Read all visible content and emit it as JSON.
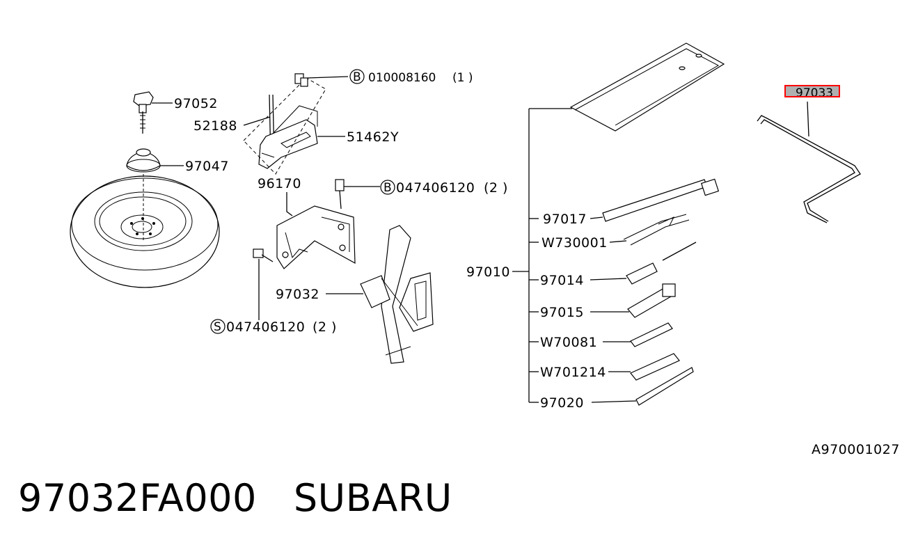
{
  "parts": {
    "p97052": "97052",
    "p52188": "52188",
    "p97047": "97047",
    "p51462Y": "51462Y",
    "p96170": "96170",
    "p97032": "97032",
    "p97010": "97010",
    "p97017": "97017",
    "pW730001": "W730001",
    "p97014": "97014",
    "p97015": "97015",
    "pW70081": "W70081",
    "pW701214": "W701214",
    "p97020": "97020",
    "p97033": "97033"
  },
  "fasteners": {
    "bolt_top": {
      "marker": "B",
      "number": "010008160",
      "qty": "(1  )"
    },
    "bolt_mid": {
      "marker": "B",
      "number": "047406120",
      "qty": "(2  )"
    },
    "screw_low": {
      "marker": "S",
      "number": "047406120",
      "qty": "(2  )"
    }
  },
  "diagram_id": "A970001027",
  "footer": {
    "part_number": "97032FA000",
    "brand": "SUBARU"
  },
  "colors": {
    "highlight_box": "#ff0000",
    "line": "#000000",
    "background": "#ffffff"
  }
}
